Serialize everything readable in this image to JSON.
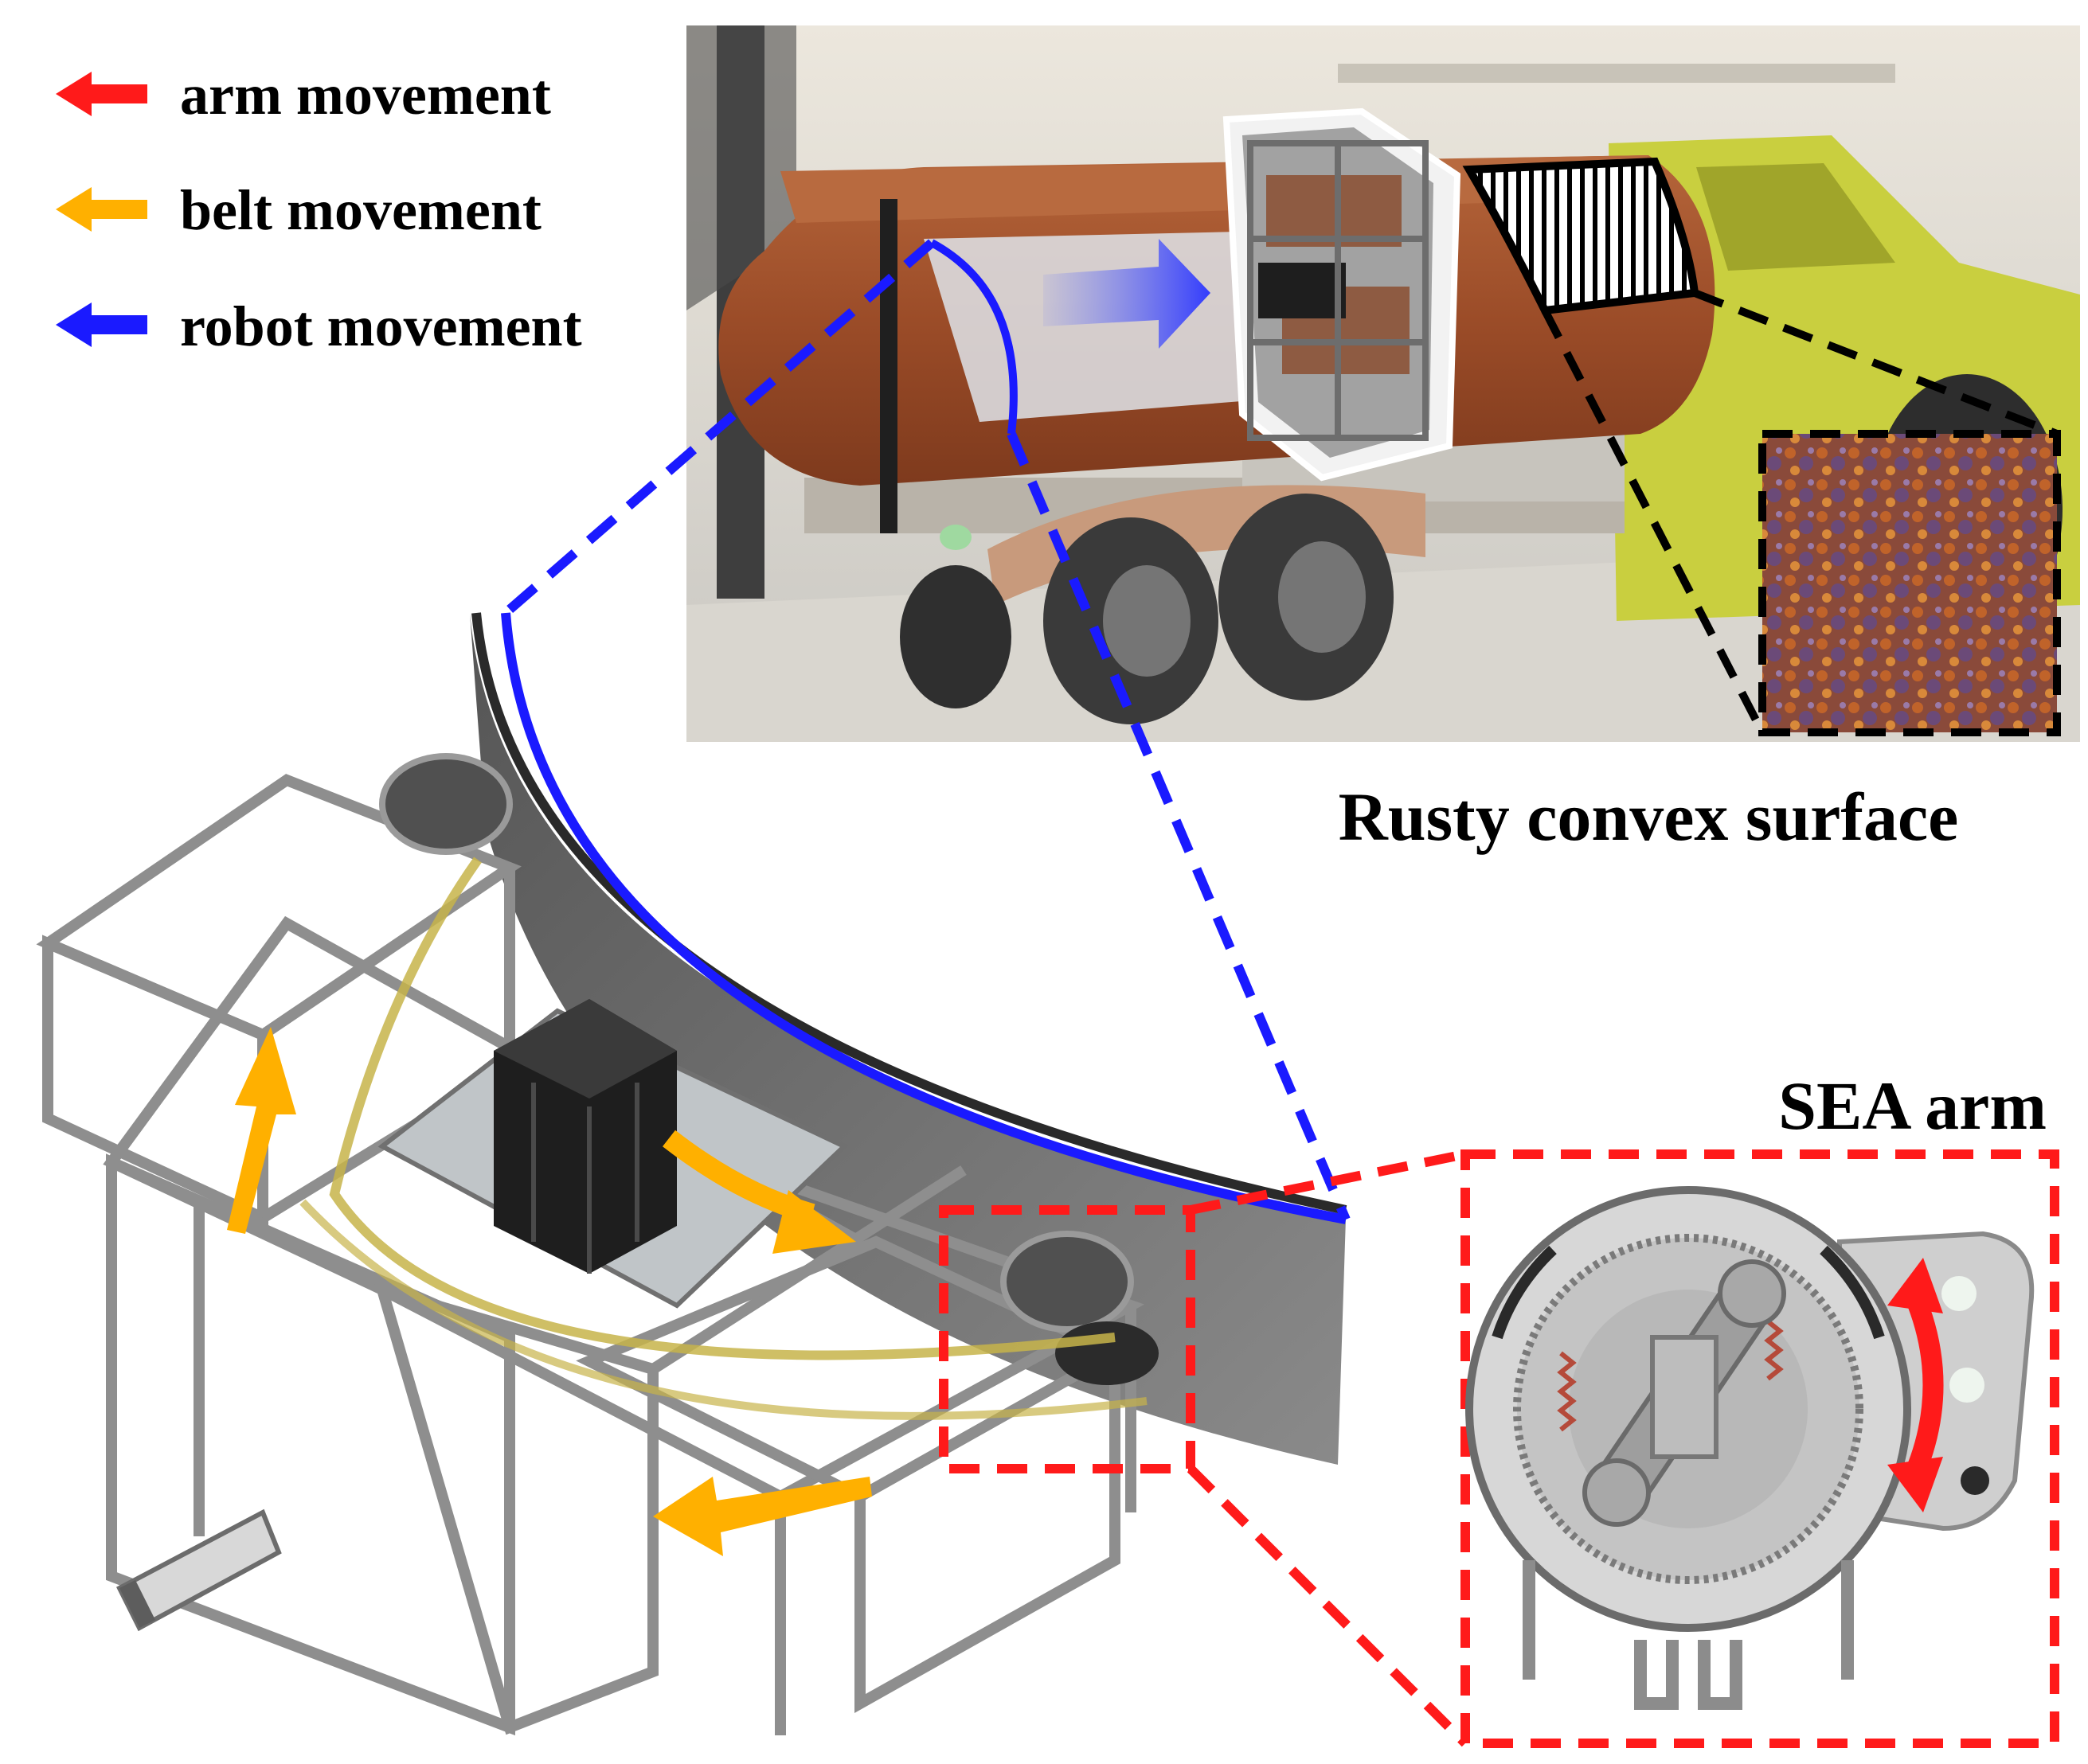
{
  "legend": {
    "items": [
      {
        "label": "arm movement",
        "color": "#ff1a1a",
        "icon": "red-arrow-icon"
      },
      {
        "label": "belt movement",
        "color": "#ffb000",
        "icon": "yellow-arrow-icon"
      },
      {
        "label": "robot movement",
        "color": "#1a1aff",
        "icon": "blue-arrow-icon"
      }
    ]
  },
  "captions": {
    "surface": "Rusty convex surface",
    "arm": "SEA arm"
  },
  "colors": {
    "arm": "#ff1a1a",
    "belt": "#ffb000",
    "robot": "#1a1aff",
    "rust": "#a5552e",
    "truck_cab": "#c6cc3a",
    "frame": "#a8a8a8"
  }
}
